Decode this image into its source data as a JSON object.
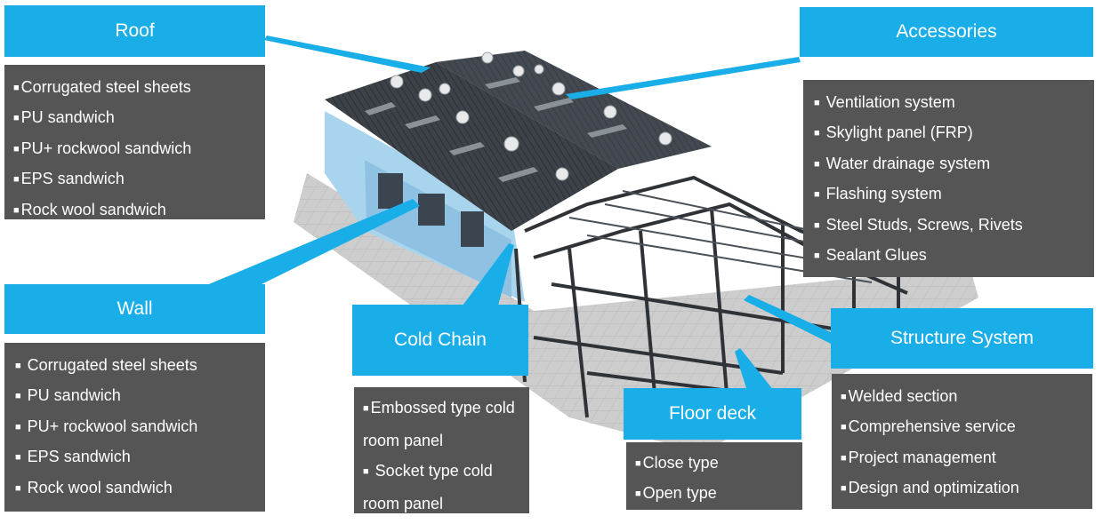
{
  "sections": {
    "roof": {
      "title": "Roof",
      "items": [
        "Corrugated steel sheets",
        "PU sandwich",
        "PU+ rockwool sandwich",
        "EPS sandwich",
        "Rock wool sandwich"
      ]
    },
    "accessories": {
      "title": "Accessories",
      "items": [
        "Ventilation system",
        "Skylight panel (FRP)",
        "Water drainage system",
        "Flashing system",
        "Steel Studs, Screws, Rivets",
        "Sealant Glues"
      ]
    },
    "wall": {
      "title": "Wall",
      "items": [
        "Corrugated steel sheets",
        "PU sandwich",
        "PU+ rockwool sandwich",
        "EPS sandwich",
        "Rock wool sandwich"
      ]
    },
    "cold_chain": {
      "title": "Cold Chain",
      "items": [
        "Embossed type cold room panel",
        "Socket type cold room panel"
      ]
    },
    "floor_deck": {
      "title": "Floor deck",
      "items": [
        "Close type",
        "Open type"
      ]
    },
    "structure": {
      "title": "Structure System",
      "items": [
        "Welded section",
        "Comprehensive service",
        "Project management",
        "Design and optimization"
      ]
    }
  },
  "bullet_char": "■",
  "colors": {
    "title_bg": "#19aee8",
    "list_bg": "#555555",
    "roof": "#3c4148",
    "wall": "#a9d4ee",
    "steel": "#2f3338",
    "ground": "#c9c9c9"
  }
}
